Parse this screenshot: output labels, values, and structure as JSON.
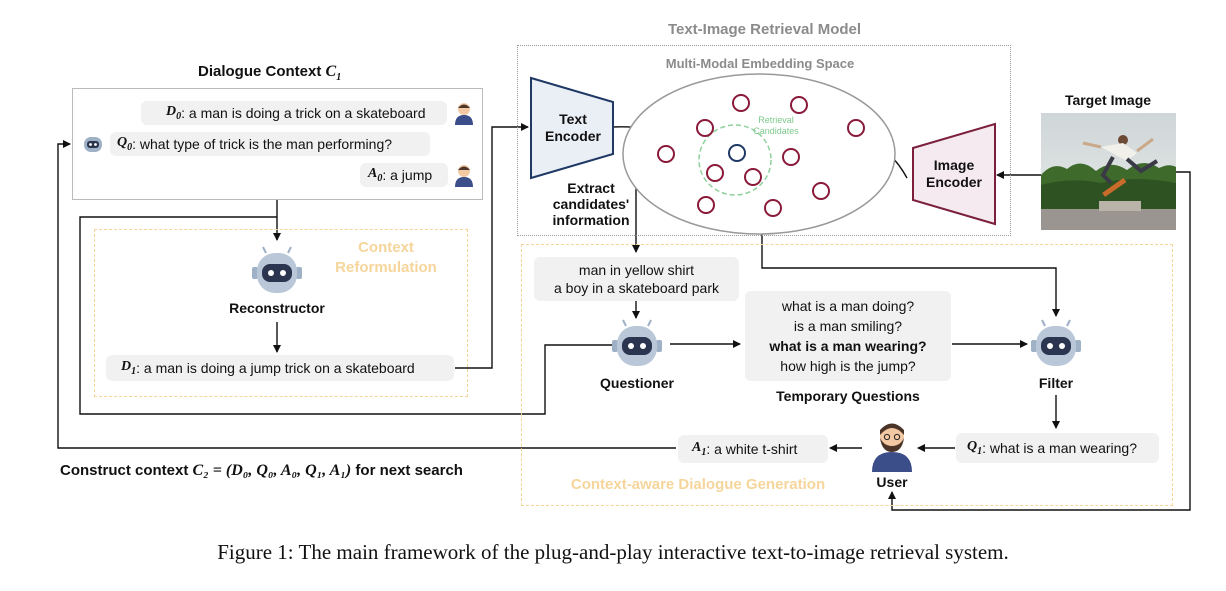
{
  "titles": {
    "retrieval_model": "Text-Image Retrieval Model",
    "embedding_space": "Multi-Modal Embedding Space",
    "target_image": "Target Image",
    "dialogue_context_label": "Dialogue Context",
    "dialogue_context_var": "C",
    "dialogue_context_sub": "1"
  },
  "dialogue": {
    "d0_var": "D",
    "d0_sub": "0",
    "d0_text": ": a man is doing a trick on a skateboard",
    "q0_var": "Q",
    "q0_sub": "0",
    "q0_text": ": what type of trick is the man performing?",
    "a0_var": "A",
    "a0_sub": "0",
    "a0_text": " : a jump"
  },
  "context_reformulation": {
    "title_line1": "Context",
    "title_line2": "Reformulation",
    "agent": "Reconstructor",
    "d1_var": "D",
    "d1_sub": "1",
    "d1_text": ": a man is doing a jump trick on a skateboard"
  },
  "encoders": {
    "text_line1": "Text",
    "text_line2": "Encoder",
    "image_line1": "Image",
    "image_line2": "Encoder"
  },
  "retrieval_candidates": {
    "line1": "Retrieval",
    "line2": "Candidates"
  },
  "extract": {
    "line1": "Extract",
    "line2": "candidates'",
    "line3": "information"
  },
  "candidate_info": {
    "line1": "man in yellow shirt",
    "line2": "a boy in a skateboard park"
  },
  "questioner": "Questioner",
  "temporary_questions": {
    "q1": "what is a man doing?",
    "q2": "is a man smiling?",
    "q3": "what is a man wearing?",
    "q4": "how high is the jump?",
    "label": "Temporary Questions"
  },
  "filter": "Filter",
  "q1_bubble": {
    "var": "Q",
    "sub": "1",
    "text": ": what is a man wearing?"
  },
  "a1_bubble": {
    "var": "A",
    "sub": "1",
    "text": ":  a white t-shirt"
  },
  "user": "User",
  "dialogue_generation": "Context-aware Dialogue Generation",
  "construct": {
    "prefix": "Construct context",
    "formula": "C₂ = (D₀, Q₀, A₀, Q₁, A₁)",
    "suffix": "for next search"
  },
  "caption": "Figure 1: The main framework of the plug-and-play interactive text-to-image retrieval system.",
  "colors": {
    "encoder_fill": "#eaeef5",
    "encoder_stroke_text": "#1f3864",
    "encoder_stroke_image": "#7b1f3c",
    "candidate": "#8b1a3a",
    "dashed_orange": "#f6d59b",
    "retrieval_green": "#8fd19e"
  }
}
